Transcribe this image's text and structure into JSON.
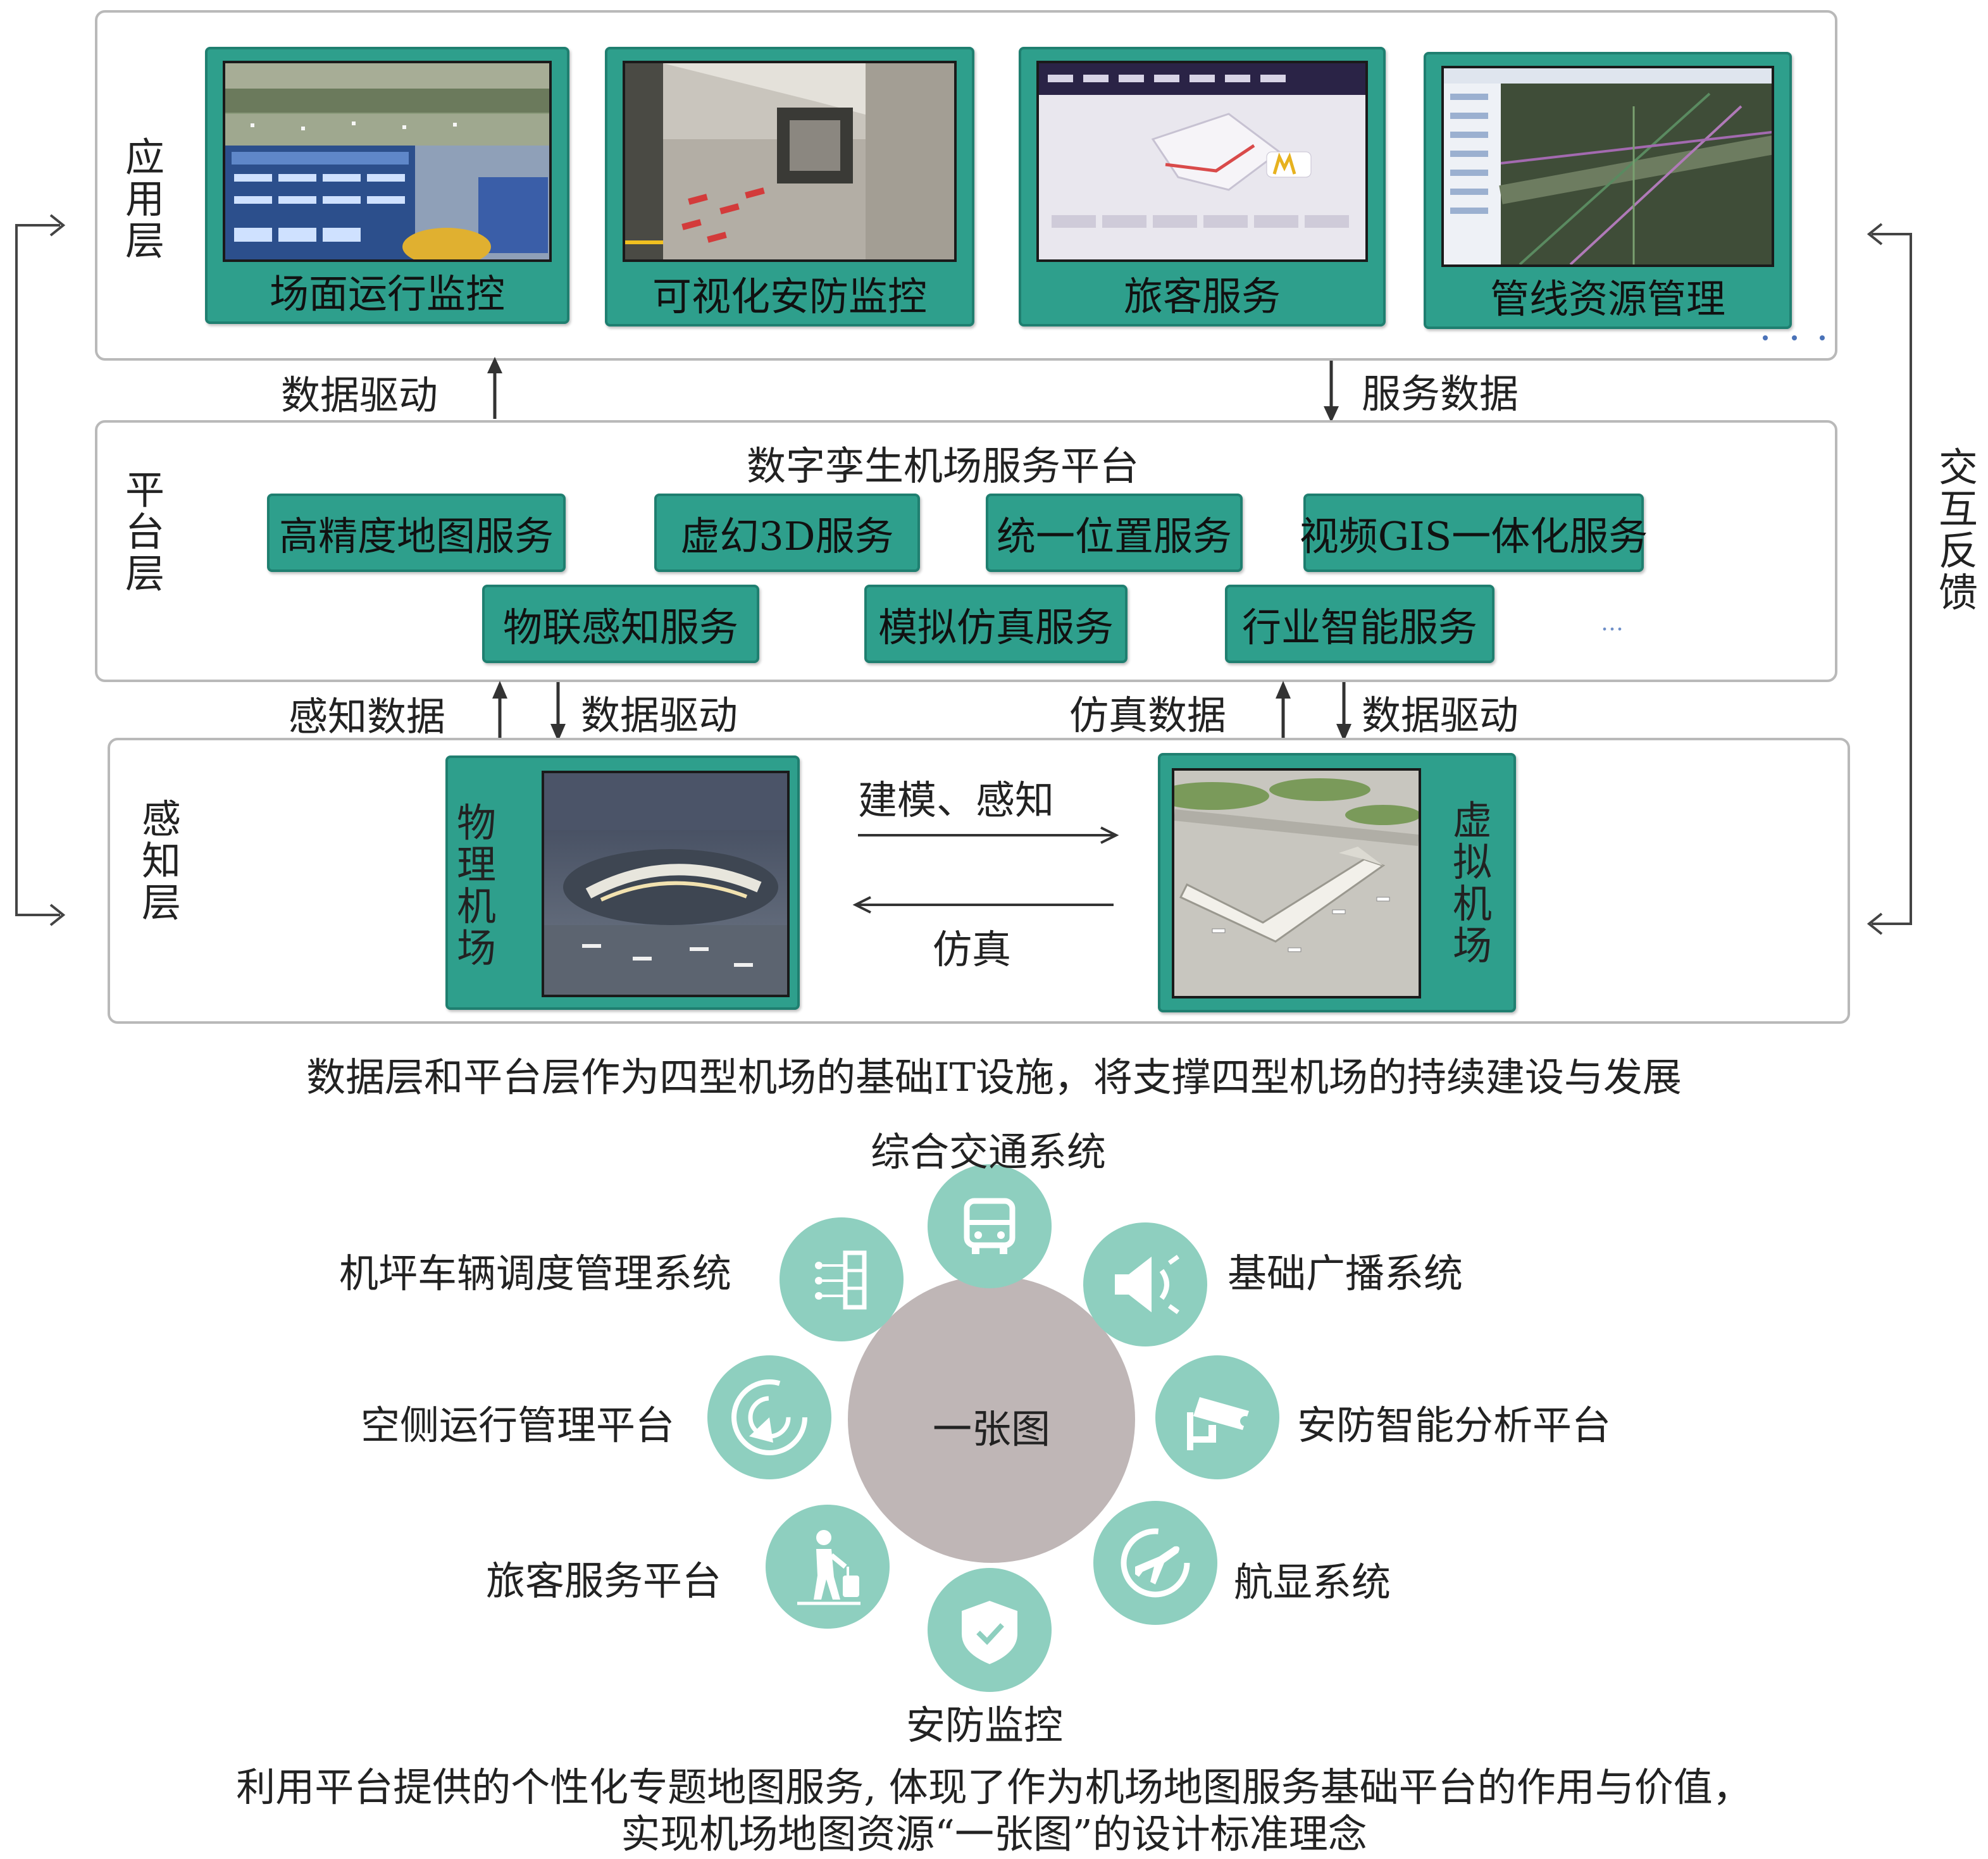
{
  "app_layer": {
    "label_chars": [
      "应",
      "用",
      "层"
    ],
    "panels": [
      {
        "label": "场面运行监控"
      },
      {
        "label": "可视化安防监控"
      },
      {
        "label": "旅客服务"
      },
      {
        "label": "管线资源管理"
      }
    ]
  },
  "flows_top": {
    "up": "数据驱动",
    "down": "服务数据"
  },
  "platform_layer": {
    "label_chars": [
      "平",
      "台",
      "层"
    ],
    "title": "数字孪生机场服务平台",
    "services_row1": [
      "高精度地图服务",
      "虚幻3D服务",
      "统一位置服务",
      "视频GIS一体化服务"
    ],
    "services_row2": [
      "物联感知服务",
      "模拟仿真服务",
      "行业智能服务"
    ],
    "more": "…"
  },
  "flows_bottom": {
    "left_up": "感知数据",
    "left_down": "数据驱动",
    "right_up": "仿真数据",
    "right_down": "数据驱动"
  },
  "sensing_layer": {
    "label_chars": [
      "感",
      "知",
      "层"
    ],
    "physical_chars": [
      "物",
      "理",
      "机",
      "场"
    ],
    "virtual_chars": [
      "虚",
      "拟",
      "机",
      "场"
    ],
    "modeling": "建模、感知",
    "simulation": "仿真"
  },
  "feedback_chars": [
    "交",
    "互",
    "反",
    "馈"
  ],
  "caption1": "数据层和平台层作为四型机场的基础IT设施，将支撑四型机场的持续建设与发展",
  "one_map": {
    "center": "一张图",
    "systems": {
      "top": "综合交通系统",
      "top_right": "基础广播系统",
      "right": "安防智能分析平台",
      "bottom_right": "航显系统",
      "bottom": "安防监控",
      "bottom_left": "旅客服务平台",
      "left": "空侧运行管理平台",
      "top_left": "机坪车辆调度管理系统"
    }
  },
  "caption2_line1": "利用平台提供的个性化专题地图服务, 体现了作为机场地图服务基础平台的作用与价值，",
  "caption2_line2": "实现机场地图资源“一张图”的设计标准理念",
  "colors": {
    "teal": "#2e9f8c",
    "orb": "#8ecfbf",
    "center": "#bfb6b6",
    "border": "#b9b9b9"
  }
}
